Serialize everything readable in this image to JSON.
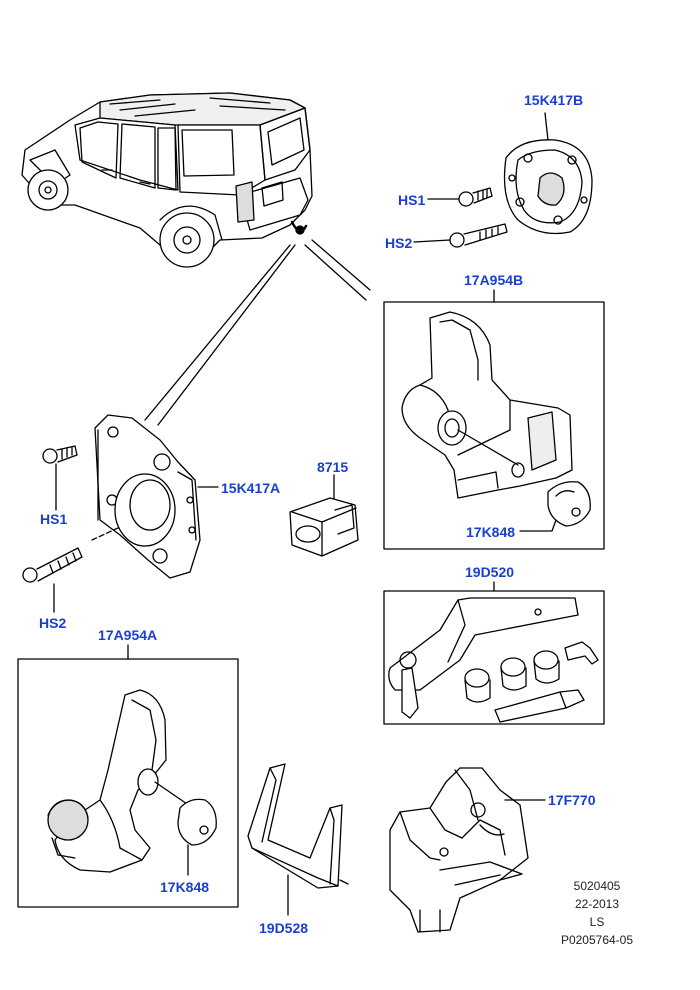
{
  "labels": {
    "hitch_plate_top": "15K417B",
    "hs1_top": "HS1",
    "hs2_top": "HS2",
    "tow_ball_b": "17A954B",
    "lock_b": "17K848",
    "plug": "8715",
    "hitch_plate_left": "15K417A",
    "hs1_left": "HS1",
    "hs2_left": "HS2",
    "kit_19d520": "19D520",
    "tow_ball_a": "17A954A",
    "lock_a": "17K848",
    "bracket_19d528": "19D528",
    "receiver": "17F770"
  },
  "footer": {
    "code": "5020405",
    "date": "22-2013",
    "ls": "LS",
    "part": "P0205764-05"
  },
  "colors": {
    "label": "#1a3fd0",
    "line": "#000000",
    "fill": "#ffffff",
    "shade": "#e8e8e8"
  }
}
